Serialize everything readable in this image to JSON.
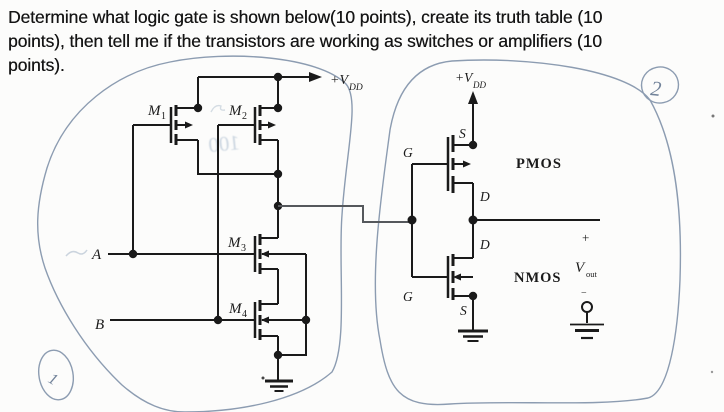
{
  "question": {
    "line1": "Determine what logic gate is shown below(10 points), create its truth table (10",
    "line2": "points), then tell me if the transistors are working as switches or amplifiers (10",
    "line3": "points)."
  },
  "left_circuit": {
    "supply_base": "+V",
    "supply_sub": "DD",
    "m1_base": "M",
    "m1_sub": "1",
    "m2_base": "M",
    "m2_sub": "2",
    "m3_base": "M",
    "m3_sub": "3",
    "m4_base": "M",
    "m4_sub": "4",
    "input_a": "A",
    "input_b": "B"
  },
  "right_circuit": {
    "supply_base": "+V",
    "supply_sub": "DD",
    "pmos_label": "PMOS",
    "nmos_label": "NMOS",
    "pmos_gate": "G",
    "pmos_source": "S",
    "pmos_drain": "D",
    "nmos_gate": "G",
    "nmos_source": "S",
    "nmos_drain": "D",
    "vout_plus": "+",
    "vout_base": "V",
    "vout_sub": "out",
    "vout_minus": "−"
  },
  "annotations": {
    "problem_marker_left": "1",
    "problem_marker_right": "2",
    "ghost_bleedthrough": "100"
  }
}
